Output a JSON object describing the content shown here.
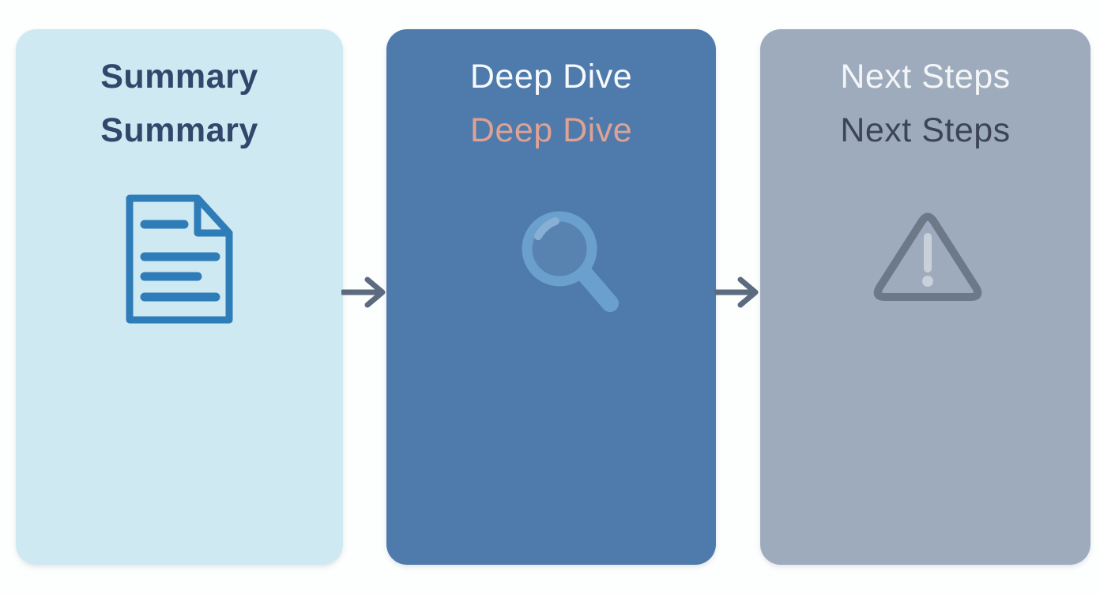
{
  "diagram": {
    "title": "",
    "steps": [
      {
        "label": "Summary",
        "sublabel": "Summary",
        "icon": "document-icon",
        "bg_color": "#cfe9f3",
        "label_color": "#31486b",
        "sublabel_color": "#31486b",
        "icon_color": "#2e7cb8"
      },
      {
        "label": "Deep Dive",
        "sublabel": "Deep Dive",
        "icon": "magnifier-icon",
        "bg_color": "#4e7bac",
        "label_color": "#f7fafc",
        "sublabel_color": "#dda293",
        "icon_color": "#6aa0cb"
      },
      {
        "label": "Next Steps",
        "sublabel": "Next Steps",
        "icon": "warning-triangle-icon",
        "bg_color": "#9dabbc",
        "label_color": "#f3f5f7",
        "sublabel_color": "#3c4555",
        "icon_color": "#6d7888"
      }
    ],
    "arrow_color": "#5c6b7f",
    "page_background": "#fdfefe"
  }
}
